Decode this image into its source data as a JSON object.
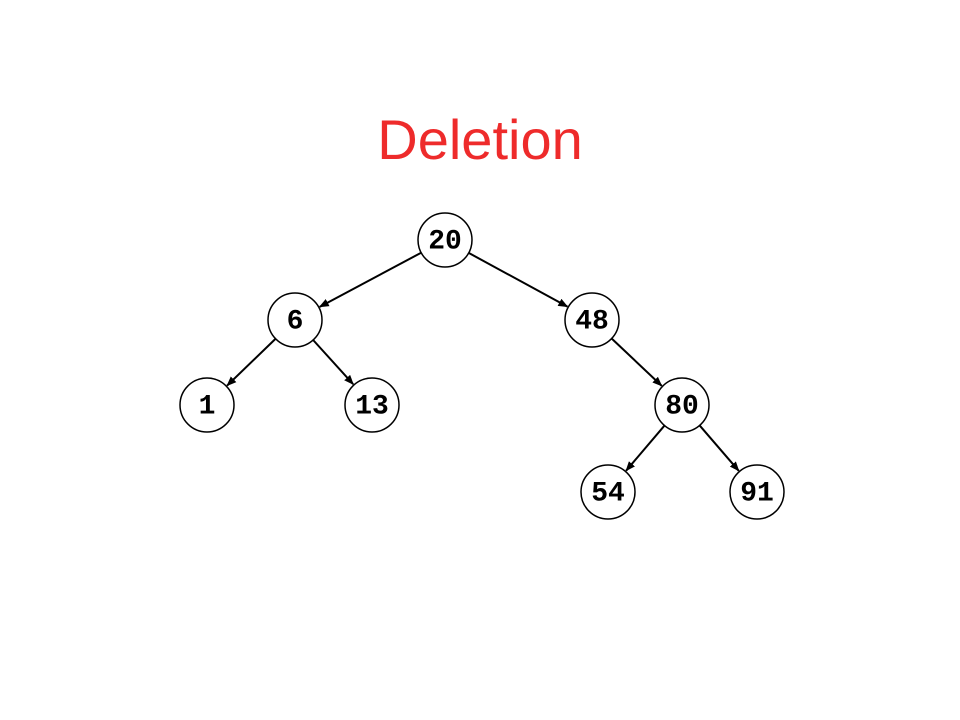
{
  "slide": {
    "title": "Deletion",
    "title_color": "#ee2b2b"
  },
  "tree": {
    "nodes": [
      {
        "id": "n20",
        "label": "20"
      },
      {
        "id": "n6",
        "label": "6"
      },
      {
        "id": "n48",
        "label": "48"
      },
      {
        "id": "n1",
        "label": "1"
      },
      {
        "id": "n13",
        "label": "13"
      },
      {
        "id": "n80",
        "label": "80"
      },
      {
        "id": "n54",
        "label": "54"
      },
      {
        "id": "n91",
        "label": "91"
      }
    ],
    "edges": [
      {
        "from": "n20",
        "to": "n6"
      },
      {
        "from": "n20",
        "to": "n48"
      },
      {
        "from": "n6",
        "to": "n1"
      },
      {
        "from": "n6",
        "to": "n13"
      },
      {
        "from": "n48",
        "to": "n80"
      },
      {
        "from": "n80",
        "to": "n54"
      },
      {
        "from": "n80",
        "to": "n91"
      }
    ]
  }
}
